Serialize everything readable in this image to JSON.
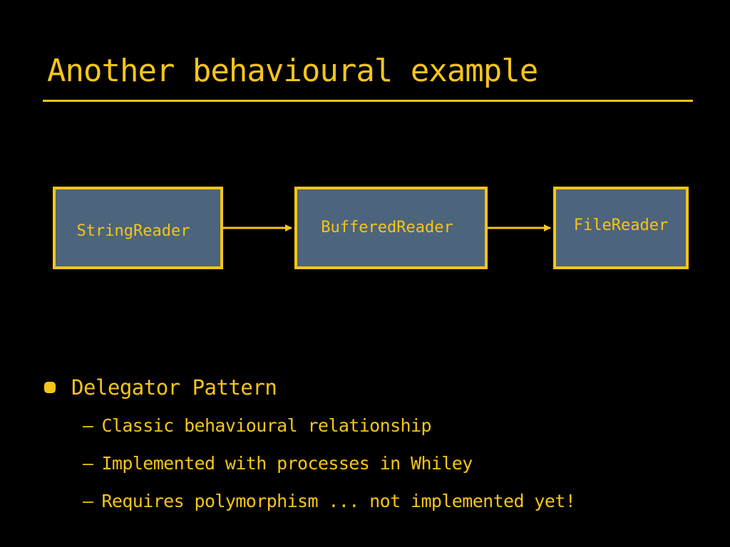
{
  "slide": {
    "title": "Another behavioural example"
  },
  "diagram": {
    "nodes": [
      {
        "id": "string_reader",
        "label": "StringReader"
      },
      {
        "id": "buffered_reader",
        "label": "BufferedReader"
      },
      {
        "id": "file_reader",
        "label": "FileReader"
      }
    ],
    "edges": [
      {
        "from": "string_reader",
        "to": "buffered_reader"
      },
      {
        "from": "buffered_reader",
        "to": "file_reader"
      }
    ]
  },
  "bullets": {
    "main": "Delegator Pattern",
    "sub": [
      "Classic behavioural relationship",
      "Implemented with processes in Whiley",
      "Requires polymorphism ... not implemented yet!"
    ],
    "dash": "–"
  },
  "colors": {
    "background": "#000000",
    "accent": "#f5c518",
    "box_fill": "#4d647d"
  }
}
